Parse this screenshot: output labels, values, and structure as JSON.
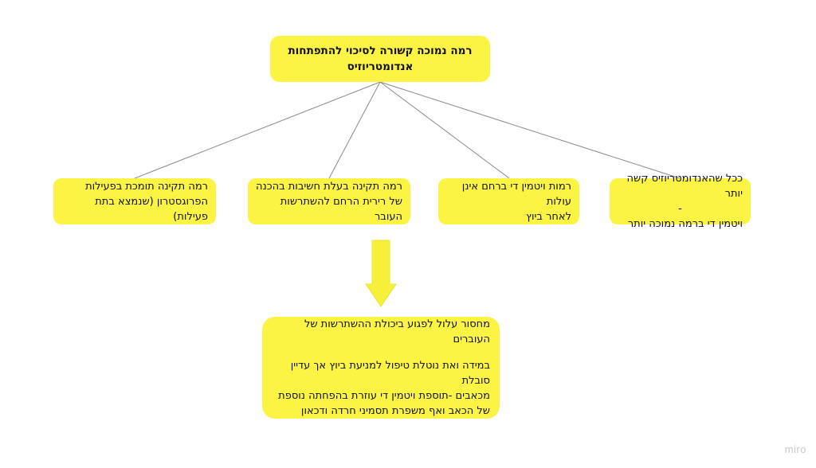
{
  "root": {
    "line1": "רמה נמוכה קשורה לסיכוי להתפתחות",
    "line2": "אנדומטריוזיס"
  },
  "nodes": [
    {
      "lines": [
        "ככל שהאנדומטריוזיס קשה יותר",
        "-",
        "ויטמין די ברמה נמוכה יותר"
      ]
    },
    {
      "lines": [
        "רמות ויטמין די ברחם אינן עולות",
        "לאחר ביוץ"
      ]
    },
    {
      "lines": [
        "רמה תקינה בעלת חשיבות בהכנה",
        "של רירית הרחם להשתרשות העובר"
      ]
    },
    {
      "lines": [
        "רמה תקינה תומכת בפעילות",
        "הפרוגסטרון (שנמצא בתת פעילות)"
      ]
    }
  ],
  "result": {
    "line1": "מחסור עלול לפגוע ביכולת ההשתרשות של העוברים",
    "line2": "במידה ואת נוטלת טיפול למניעת ביוץ אך עדיין סובלת",
    "line3": "מכאבים  -תוספת ויטמין די עוזרת בהפחתה נוספת",
    "line4": "של הכאב ואף משפרת תסמיני חרדה ודכאון"
  },
  "colors": {
    "node_fill": "#fbf445",
    "arrow_fill": "#f7f03a",
    "connector": "#8a8a8a",
    "watermark": "#c9c9c9"
  },
  "watermark": "miro"
}
